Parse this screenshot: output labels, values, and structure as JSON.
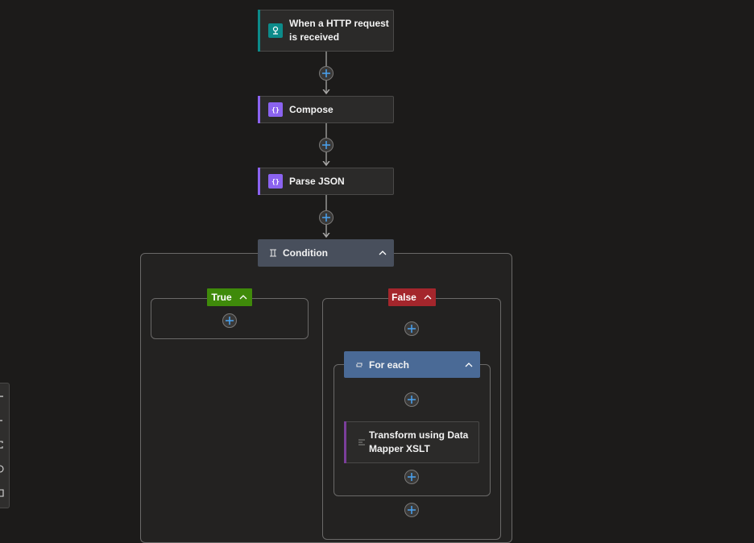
{
  "trigger": {
    "label_line1": "When a HTTP request",
    "label_line2": "is received",
    "icon": "http-request-icon",
    "accent": "#0c8b8a"
  },
  "compose": {
    "label": "Compose",
    "icon": "compose-icon",
    "accent": "#8b63f0"
  },
  "parse_json": {
    "label": "Parse JSON",
    "icon": "parse-json-icon",
    "accent": "#8b63f0"
  },
  "condition": {
    "label": "Condition",
    "icon": "condition-icon",
    "header_color": "#484f5c"
  },
  "true_branch": {
    "label": "True",
    "color": "#3f8a0a"
  },
  "false_branch": {
    "label": "False",
    "color": "#a4262c"
  },
  "for_each": {
    "label": "For each",
    "icon": "loop-icon",
    "header_color": "#4a6a96"
  },
  "transform": {
    "label_line1": "Transform using Data",
    "label_line2": "Mapper XSLT",
    "icon": "xslt-icon",
    "accent": "#7a3e9a"
  },
  "zoom_controls": [
    "zoom-in-icon",
    "zoom-out-icon",
    "fit-view-icon",
    "minimap-icon",
    "bookmark-icon"
  ]
}
